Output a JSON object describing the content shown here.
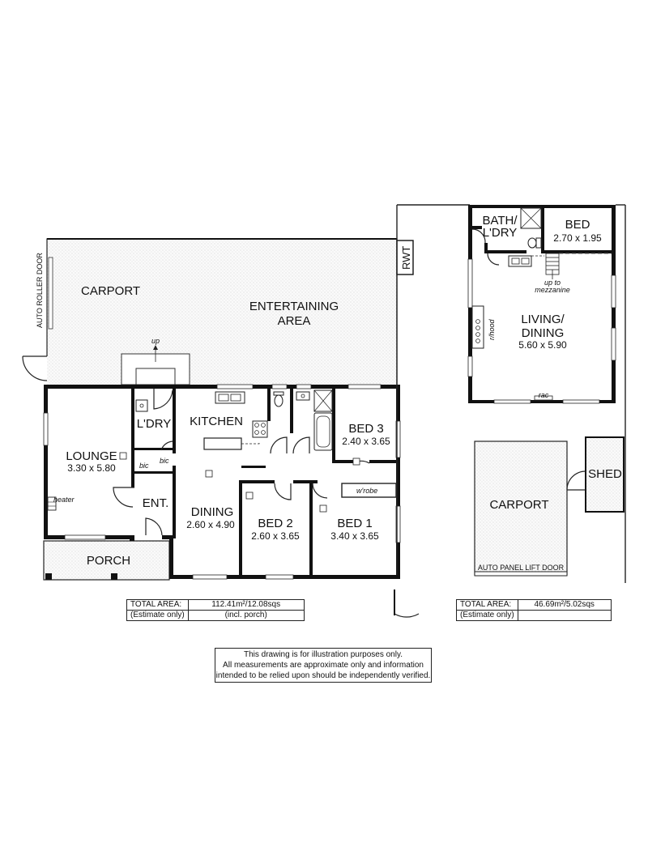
{
  "main_house": {
    "outdoor": {
      "carport": "CARPORT",
      "roller_door": "AUTO ROLLER DOOR",
      "entertaining": [
        "ENTERTAINING",
        "AREA"
      ],
      "rwt": "RWT",
      "up": "up",
      "porch": "PORCH"
    },
    "rooms": {
      "lounge": {
        "name": "LOUNGE",
        "dims": "3.30 x 5.80"
      },
      "laundry": {
        "name": "L'DRY"
      },
      "kitchen": {
        "name": "KITCHEN"
      },
      "bed3": {
        "name": "BED 3",
        "dims": "2.40 x 3.65"
      },
      "entry": {
        "name": "ENT."
      },
      "dining": {
        "name": "DINING",
        "dims": "2.60 x 4.90"
      },
      "bed2": {
        "name": "BED 2",
        "dims": "2.60 x 3.65"
      },
      "bed1": {
        "name": "BED 1",
        "dims": "3.40 x 3.65"
      }
    },
    "notes": {
      "bic": "bic",
      "heater": "heater",
      "wrobe": "w'robe"
    },
    "area_table": {
      "row1_label": "TOTAL AREA:",
      "row1_value": "112.41m²/12.08sqs",
      "row2_label": "(Estimate only)",
      "row2_value": "(incl. porch)"
    }
  },
  "studio": {
    "rooms": {
      "bath": {
        "name_line1": "BATH/",
        "name_line2": "L'DRY"
      },
      "bed": {
        "name": "BED",
        "dims": "2.70 x 1.95"
      },
      "living": {
        "name_line1": "LIVING/",
        "name_line2": "DINING",
        "dims": "5.60 x 5.90"
      }
    },
    "notes": {
      "up_to": "up to",
      "mezzanine": "mezzanine",
      "rhood": "r/hood",
      "rac": "rac"
    },
    "carport": "CARPORT",
    "lift_door": "AUTO PANEL LIFT DOOR",
    "shed": "SHED",
    "area_table": {
      "row1_label": "TOTAL AREA:",
      "row1_value": "46.69m²/5.02sqs",
      "row2_label": "(Estimate only)",
      "row2_value": ""
    }
  },
  "disclaimer": [
    "This drawing is for illustration purposes only.",
    "All measurements are approximate only and information",
    "intended to be relied upon should be independently verified."
  ]
}
